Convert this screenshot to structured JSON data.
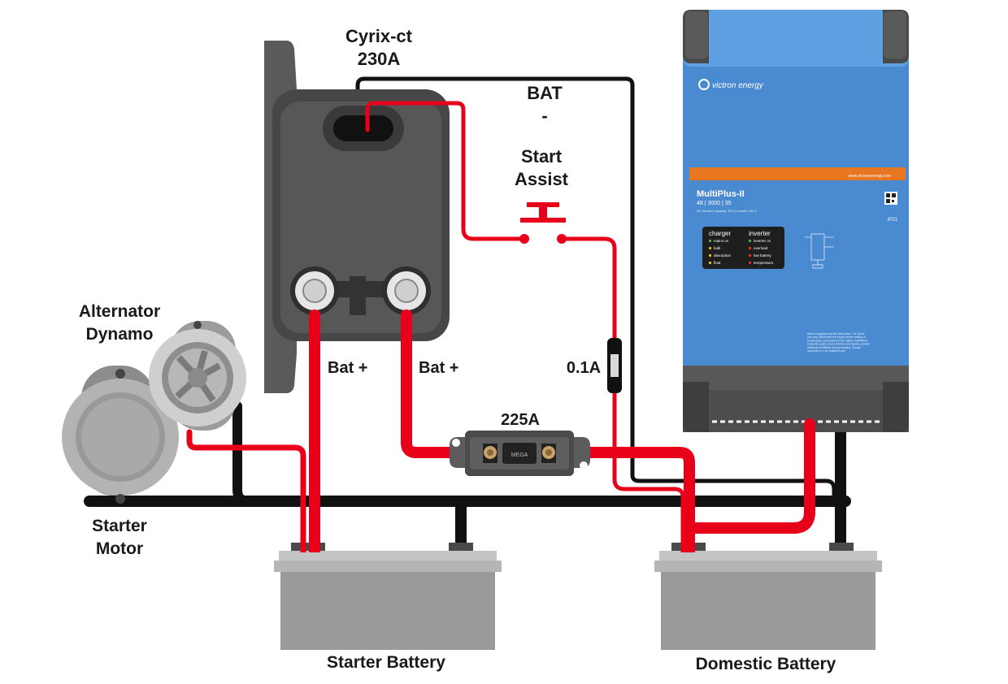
{
  "labels": {
    "cyrix_line1": "Cyrix-ct",
    "cyrix_line2": "230A",
    "bat_minus_line1": "BAT",
    "bat_minus_line2": "-",
    "start_assist_line1": "Start",
    "start_assist_line2": "Assist",
    "alternator_line1": "Alternator",
    "alternator_line2": "Dynamo",
    "starter_motor_line1": "Starter",
    "starter_motor_line2": "Motor",
    "bat_plus_left": "Bat +",
    "bat_plus_right": "Bat +",
    "fuse_small": "0.1A",
    "fuse_main": "225A",
    "fuse_body_text": "MEGA",
    "starter_battery": "Starter Battery",
    "domestic_battery": "Domestic Battery"
  },
  "inverter": {
    "brand": "victron energy",
    "website": "www.victronenergy.com",
    "model": "MultiPlus-II",
    "spec": "48 | 3000 | 35",
    "spec_sub": "AC transfer capacity: 32 A  |  Inverter 230 V",
    "panel": {
      "charger_title": "charger",
      "inverter_title": "inverter",
      "charger_items": [
        "mains on",
        "bulk",
        "absorption",
        "float"
      ],
      "inverter_items": [
        "inverter on",
        "overload",
        "low battery",
        "temperature"
      ],
      "charger_led_colors": [
        "#3cc03c",
        "#e6c21a",
        "#e6c21a",
        "#e6c21a"
      ],
      "inverter_led_colors": [
        "#3cc03c",
        "#e03030",
        "#e03030",
        "#e03030"
      ]
    },
    "warning_text": "Before charging read the instructions. For indoor use only. Disconnect the supply before making or breaking the connections to the battery. WARNING: Explosive gases, prevent flames and sparks, provide adequate ventilation during charging. Charge lead-acid or Li-ion batteries only.",
    "rating": "IP21",
    "body_color": "#4a8ad0",
    "stripe_color": "#e8751f"
  },
  "colors": {
    "positive_wire": "#e8001b",
    "negative_wire": "#111111",
    "device_dark": "#4a4a4a",
    "battery_gray": "#9a9a9a"
  }
}
